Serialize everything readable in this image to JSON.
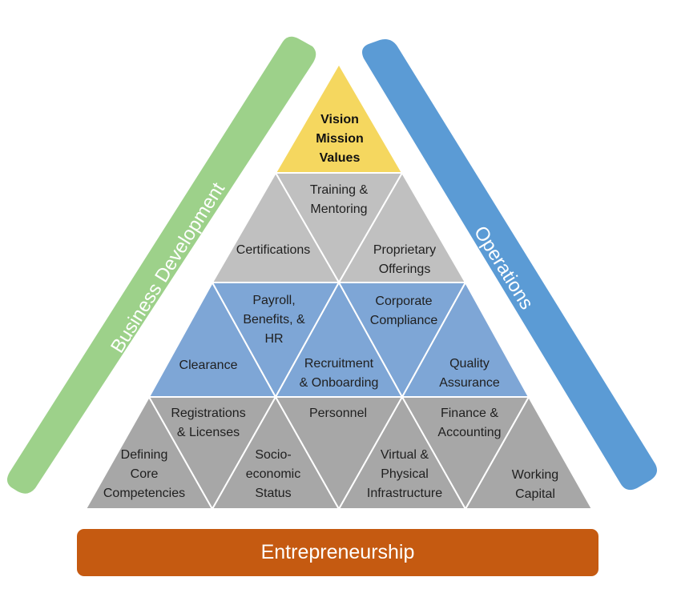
{
  "apex": {
    "lines": [
      "Vision",
      "Mission",
      "Values"
    ]
  },
  "left_bar": {
    "label": "Business Development"
  },
  "right_bar": {
    "label": "Operations"
  },
  "base_bar": {
    "label": "Entrepreneurship"
  },
  "gray_tier": {
    "training": [
      "Training &",
      "Mentoring"
    ],
    "certifications": [
      "Certifications"
    ],
    "proprietary": [
      "Proprietary",
      "Offerings"
    ]
  },
  "blue_tier": {
    "payroll": [
      "Payroll,",
      "Benefits, &",
      "HR"
    ],
    "corporate": [
      "Corporate",
      "Compliance"
    ],
    "clearance": [
      "Clearance"
    ],
    "recruitment": [
      "Recruitment",
      "& Onboarding"
    ],
    "quality": [
      "Quality",
      "Assurance"
    ]
  },
  "bottom_tier": {
    "registrations": [
      "Registrations",
      "& Licenses"
    ],
    "personnel": [
      "Personnel"
    ],
    "finance": [
      "Finance &",
      "Accounting"
    ],
    "defining": [
      "Defining",
      "Core",
      "Competencies"
    ],
    "socio": [
      "Socio-",
      "economic",
      "Status"
    ],
    "virtual": [
      "Virtual &",
      "Physical",
      "Infrastructure"
    ],
    "working": [
      "Working",
      "Capital"
    ]
  },
  "colors": {
    "apex": "#f5d75f",
    "gray_tier": "#c0c0c0",
    "blue_tier": "#7ea6d6",
    "bottom_tier": "#a7a7a7",
    "left_bar": "#9dd18a",
    "right_bar": "#5b9bd5",
    "base_bar": "#c55a11"
  }
}
